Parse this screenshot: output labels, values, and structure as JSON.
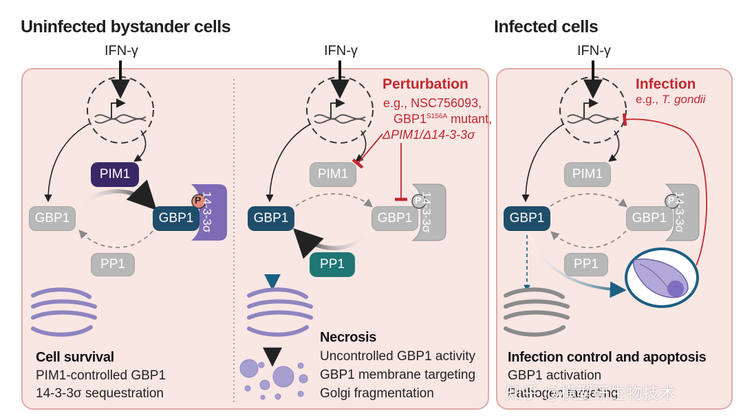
{
  "headings": {
    "left": "Uninfected bystander cells",
    "right": "Infected cells"
  },
  "ifn_label": "IFN-γ",
  "proteins": {
    "gbp1": "GBP1",
    "pim1": "PIM1",
    "pp1": "PP1",
    "p": "P",
    "sigma": "14-3-3σ"
  },
  "perturbation": {
    "title": "Perturbation",
    "line1": "e.g., NSC756093,",
    "line2_pre": "GBP1",
    "line2_sup": "S156A",
    "line2_post": " mutant,",
    "line3": "ΔPIM1/Δ14-3-3σ"
  },
  "infection": {
    "title": "Infection",
    "line1_pre": "e.g., ",
    "line1_italic": "T. gondii"
  },
  "panel1": {
    "title": "Cell survival",
    "line1": "PIM1-controlled GBP1",
    "line2": "14-3-3σ sequestration"
  },
  "panel2": {
    "title": "Necrosis",
    "line1": "Uncontrolled GBP1 activity",
    "line2": "GBP1 membrane targeting",
    "line3": "Golgi fragmentation"
  },
  "panel3": {
    "title": "Infection control and apoptosis",
    "line1": "GBP1 activation",
    "line2": "Pathogen targeting"
  },
  "watermark": "知乎 @模型研生物技术",
  "colors": {
    "panel_fill": "#f9e7e4",
    "panel_border": "#e0aaa6",
    "gbp1_dark": "#1f4e6a",
    "pim1_purple": "#3a2766",
    "pp1_teal": "#1f7675",
    "sigma_purple": "#7d6bb5",
    "inhibit_red": "#c3272f",
    "grey_protein": "#b8b8b8",
    "golgi_purple": "#8f85bf"
  }
}
